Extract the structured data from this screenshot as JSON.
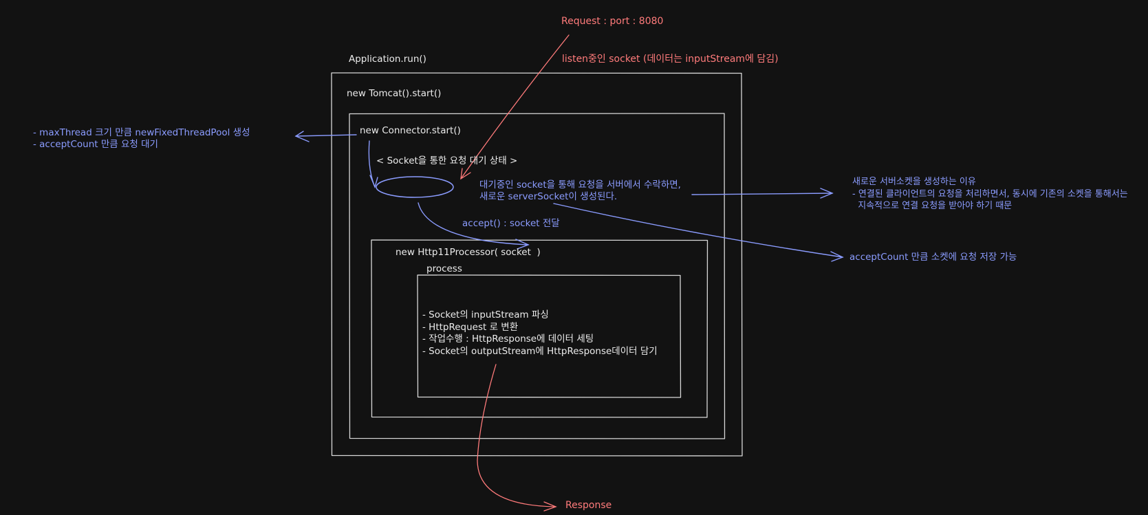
{
  "colors": {
    "background": "#121212",
    "box_stroke": "#d9d9d9",
    "text_light": "#ececec",
    "blue_annotation": "#8b9cff",
    "red_annotation": "#ff7b7b"
  },
  "texts": {
    "request": "Request : port : 8080",
    "listen_socket": "listen중인 socket (데이터는 inputStream에 담김)",
    "application_run": "Application.run()",
    "tomcat_start": "new Tomcat().start()",
    "connector_start": "new Connector.start()",
    "socket_waiting": "< Socket을 통한 요청 대기 상태 >",
    "threadpool_notes": [
      "- maxThread 크기 만큼 newFixedThreadPool 생성",
      "- acceptCount 만큼 요청 대기"
    ],
    "accept_notes": [
      "대기중인 socket을 통해 요청을 서버에서 수락하면,",
      "새로운 serverSocket이 생성된다."
    ],
    "new_server_socket_reason": [
      "새로운 서버소켓을 생성하는 이유",
      "- 연결된 클라이언트의 요청을 처리하면서, 동시에 기존의 소켓을 통해서는",
      "  지속적으로 연결 요청을 받아야 하기 때문"
    ],
    "accept_count_storage": "acceptCount 만큼 소켓에 요청 저장 가능",
    "accept_socket": "accept() : socket 전달",
    "processor": "new Http11Processor( socket  )",
    "process": "process",
    "process_steps": [
      "- Socket의 inputStream 파싱",
      "- HttpRequest 로 변환",
      "- 작업수행 : HttpResponse에 데이터 세팅",
      "- Socket의 outputStream에 HttpResponse데이터 담기"
    ],
    "response": "Response"
  }
}
